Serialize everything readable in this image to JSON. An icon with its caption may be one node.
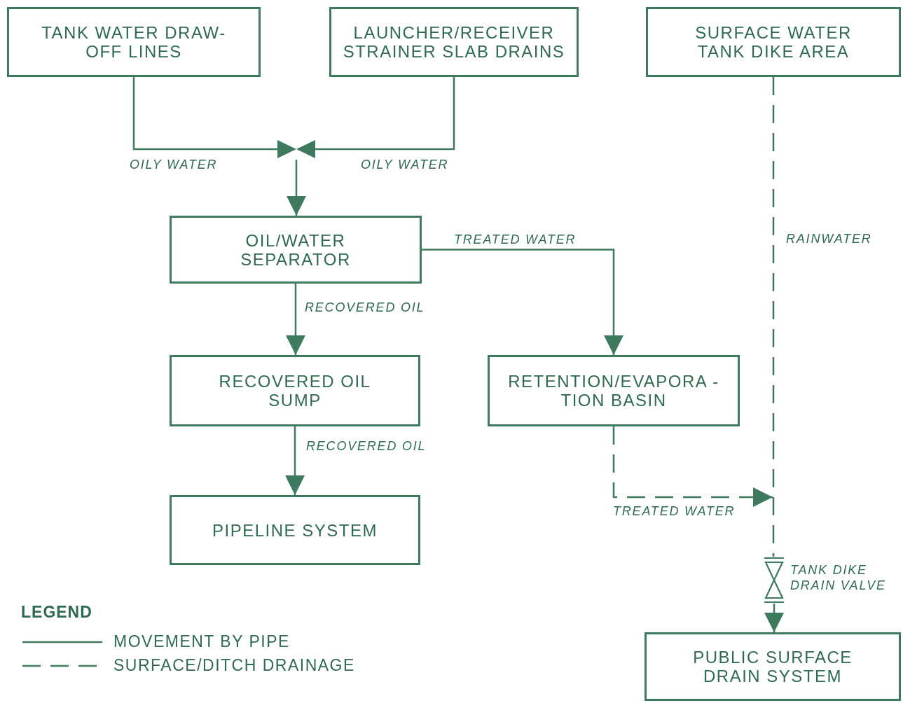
{
  "diagram": {
    "nodes": [
      {
        "text": [
          "TANK WATER DRAW-OFF LINES"
        ]
      },
      {
        "text": [
          "LAUNCHER/RECEIVER STRAINER SLAB DRAINS"
        ]
      },
      {
        "text": [
          "SURFACE WATER TANK DIKE AREA"
        ]
      },
      {
        "text": [
          "OIL/WATER SEPARATOR"
        ]
      },
      {
        "text": [
          "RECOVERED OIL SUMP"
        ]
      },
      {
        "text": [
          "RETENTION/EVAPORA - TION BASIN"
        ]
      },
      {
        "text": [
          "PIPELINE SYSTEM"
        ]
      },
      {
        "text": [
          "PUBLIC SURFACE DRAIN SYSTEM"
        ]
      },
      {
        "text": [],
        "shape": "valve"
      },
      {
        "text": [],
        "shape": "valve",
        "beside": [
          "TANK DIKE DRAIN VALVE"
        ]
      }
    ],
    "edges": [
      {
        "from": 0,
        "to": 8,
        "arrow": "none",
        "label": "OILY WATER"
      },
      {
        "from": 1,
        "to": 8,
        "arrow": "none",
        "label": "OILY WATER"
      },
      {
        "from": 8,
        "to": 3,
        "arrow": "to"
      },
      {
        "from": 3,
        "to": 5,
        "arrow": "to",
        "label": "TREATED WATER"
      },
      {
        "from": 3,
        "to": 4,
        "arrow": "to",
        "label": "RECOVERED OIL"
      },
      {
        "from": 4,
        "to": 6,
        "arrow": "to",
        "label": "RECOVERED OIL"
      },
      {
        "from": 5,
        "to": null,
        "arrow": "to",
        "label": "TREATED WATER",
        "style": "dashed"
      },
      {
        "from": 2,
        "to": 9,
        "arrow": "none",
        "label": "RAINWATER",
        "style": "dashed"
      },
      {
        "from": 9,
        "to": 7,
        "arrow": "to"
      }
    ],
    "labels": [
      "LEGEND"
    ],
    "legend": [
      {
        "text": "MOVEMENT BY PIPE"
      },
      {
        "text": "SURFACE/DITCH DRAINAGE"
      }
    ]
  }
}
